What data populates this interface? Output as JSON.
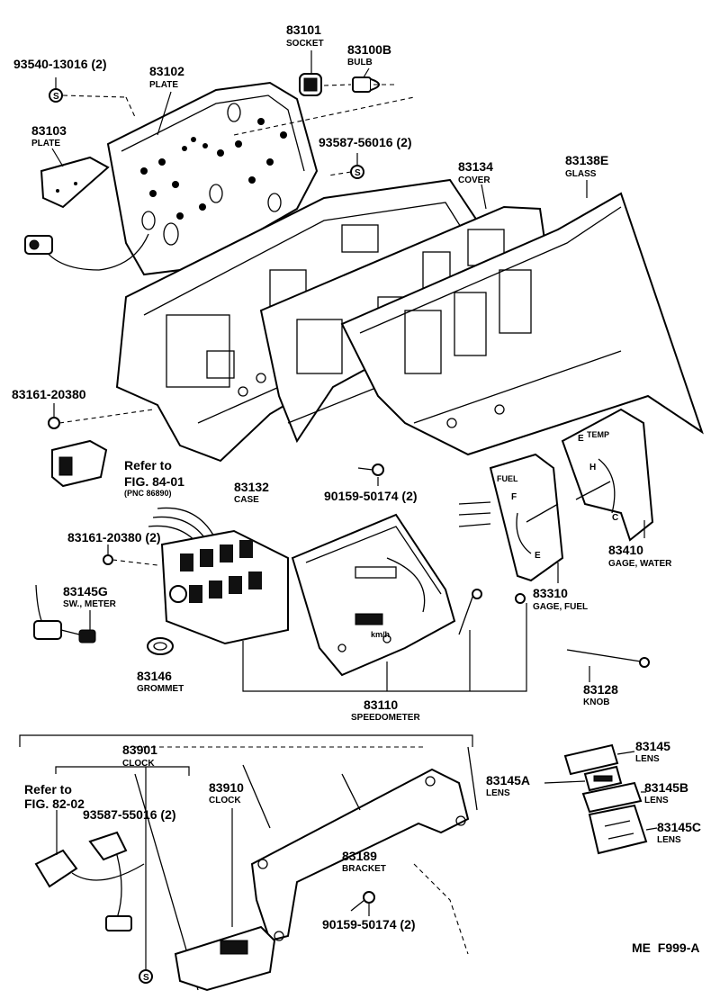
{
  "labels": {
    "p93540": "93540-13016 (2)",
    "p83102": "83102",
    "p83102s": "PLATE",
    "p83101": "83101",
    "p83101s": "SOCKET",
    "p83100b": "83100B",
    "p83100bs": "BULB",
    "p83103": "83103",
    "p83103s": "PLATE",
    "p93587a": "93587-56016 (2)",
    "p83134": "83134",
    "p83134s": "COVER",
    "p83138e": "83138E",
    "p83138es": "GLASS",
    "p83161a": "83161-20380",
    "ref1a": "Refer to",
    "ref1b": "FIG. 84-01",
    "ref1c": "(PNC 86890)",
    "p83132": "83132",
    "p83132s": "CASE",
    "p90159a": "90159-50174 (2)",
    "p83161b": "83161-20380 (2)",
    "p83145g": "83145G",
    "p83145gs": "SW., METER",
    "p83410": "83410",
    "p83410s": "GAGE, WATER",
    "p83310": "83310",
    "p83310s": "GAGE, FUEL",
    "p83146": "83146",
    "p83146s": "GROMMET",
    "p83110": "83110",
    "p83110s": "SPEEDOMETER",
    "p83128": "83128",
    "p83128s": "KNOB",
    "p83901": "83901",
    "p83901s": "CLOCK",
    "p83910": "83910",
    "p83910s": "CLOCK",
    "ref2a": "Refer to",
    "ref2b": "FIG. 82-02",
    "p93587b": "93587-55016 (2)",
    "p83145": "83145",
    "p83145s": "LENS",
    "p83145a": "83145A",
    "p83145as": "LENS",
    "p83145b": "83145B",
    "p83145bs": "LENS",
    "p83145c": "83145C",
    "p83145cs": "LENS",
    "p83189": "83189",
    "p83189s": "BRACKET",
    "p90159b": "90159-50174 (2)",
    "footer": "ME  F999-A"
  },
  "gauge": {
    "fuel_f": "F",
    "fuel_e": "E",
    "fuel_tag": "FUEL",
    "water_c": "C",
    "water_h": "H",
    "water_e": "E",
    "water_tag": "TEMP",
    "speed_unit": "km/h"
  },
  "symbols": {
    "screw": "S"
  }
}
